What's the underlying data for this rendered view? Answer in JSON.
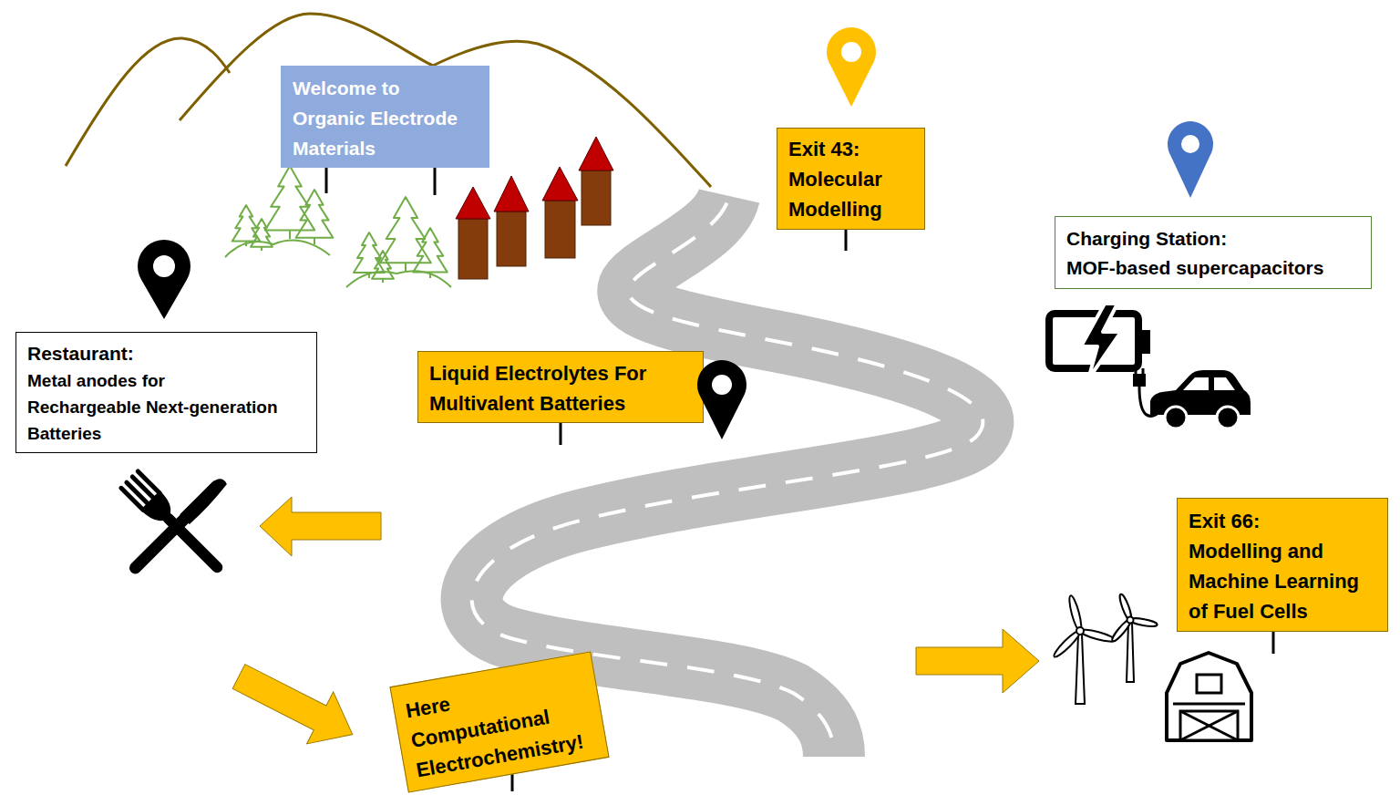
{
  "diagram": {
    "nodes": [
      {
        "text": [
          "Welcome to Organic Electrode Materials"
        ]
      },
      {
        "text": [
          "Exit 43:",
          "Molecular Modelling"
        ]
      },
      {
        "text": [
          "Charging Station:",
          "MOF-based supercapacitors"
        ]
      },
      {
        "text": [
          "Restaurant:",
          "Metal anodes for Rechargeable Next-generation Batteries"
        ]
      },
      {
        "text": [
          "Liquid Electrolytes For Multivalent Batteries"
        ]
      },
      {
        "text": [
          "Exit 66:",
          "Modelling and Machine Learning of Fuel Cells"
        ]
      },
      {
        "text": [
          "Here Computational Electrochemistry!"
        ]
      }
    ]
  }
}
